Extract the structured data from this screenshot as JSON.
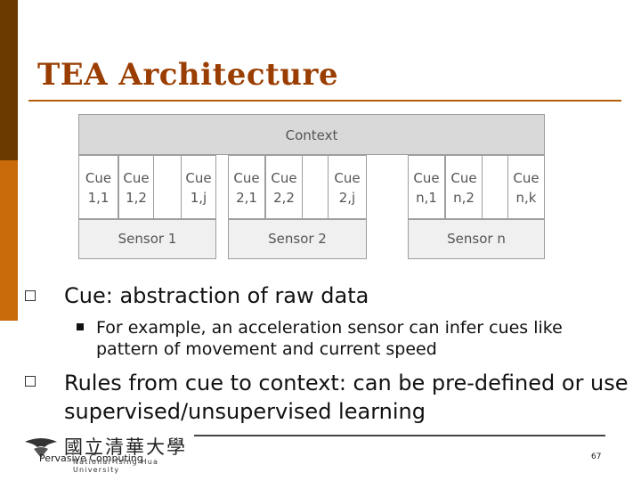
{
  "slide": {
    "title": "TEA Architecture"
  },
  "diagram": {
    "context_label": "Context",
    "cues": [
      "Cue\n1,1",
      "Cue\n1,2",
      "Cue\n1,j",
      "Cue\n2,1",
      "Cue\n2,2",
      "Cue\n2,j",
      "Cue\nn,1",
      "Cue\nn,2",
      "Cue\nn,k"
    ],
    "sensors": [
      "Sensor 1",
      "Sensor 2",
      "Sensor n"
    ]
  },
  "bullets": {
    "b1": "Cue: abstraction of raw data",
    "b2": "For example, an acceleration sensor can infer cues like pattern of movement and current speed",
    "b3": "Rules from cue to context: can be pre-defined or use supervised/unsupervised learning"
  },
  "footer": {
    "left": "Pervasive Computing",
    "logo_chars": "國立清華大學",
    "university": "National Tsing Hua University",
    "page": "67"
  },
  "colors": {
    "accent_dark": "#6b3a00",
    "accent": "#c8690a",
    "title": "#9a3d00"
  }
}
